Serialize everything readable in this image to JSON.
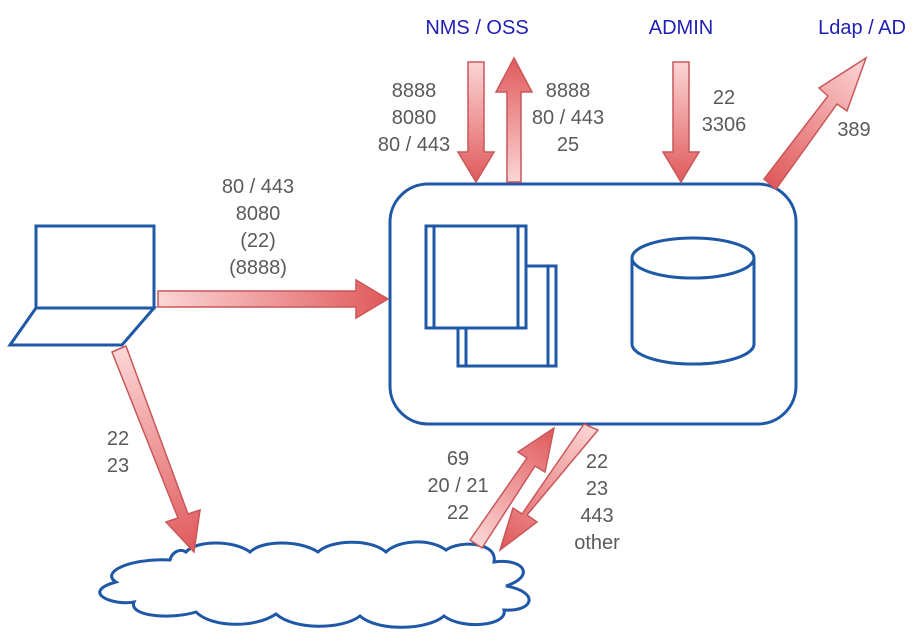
{
  "colors": {
    "outline": "#1f58a6",
    "external_label": "#1f1fb4",
    "port_label": "#5a5a5a",
    "arrow_fill_dark": "#e0595b",
    "arrow_fill_light": "#fcd6d6",
    "arrow_stroke": "#c9575a"
  },
  "external": {
    "nms": "NMS / OSS",
    "admin": "ADMIN",
    "ldap": "Ldap / AD"
  },
  "ports": {
    "nms_in": [
      "8888",
      "8080",
      "80 / 443"
    ],
    "nms_out": [
      "8888",
      "80 / 443",
      "25"
    ],
    "admin_in": [
      "22",
      "3306"
    ],
    "ldap_out": [
      "389"
    ],
    "laptop_to_server": [
      "80 / 443",
      "8080",
      "(22)",
      "(8888)"
    ],
    "laptop_to_cloud": [
      "22",
      "23"
    ],
    "cloud_to_server": [
      "69",
      "20 / 21",
      "22"
    ],
    "server_to_cloud": [
      "22",
      "23",
      "443",
      "other"
    ]
  },
  "icons": {
    "laptop": "laptop-icon",
    "server": "server-box",
    "documents": "documents-icon",
    "database": "database-icon",
    "cloud": "cloud-icon"
  }
}
